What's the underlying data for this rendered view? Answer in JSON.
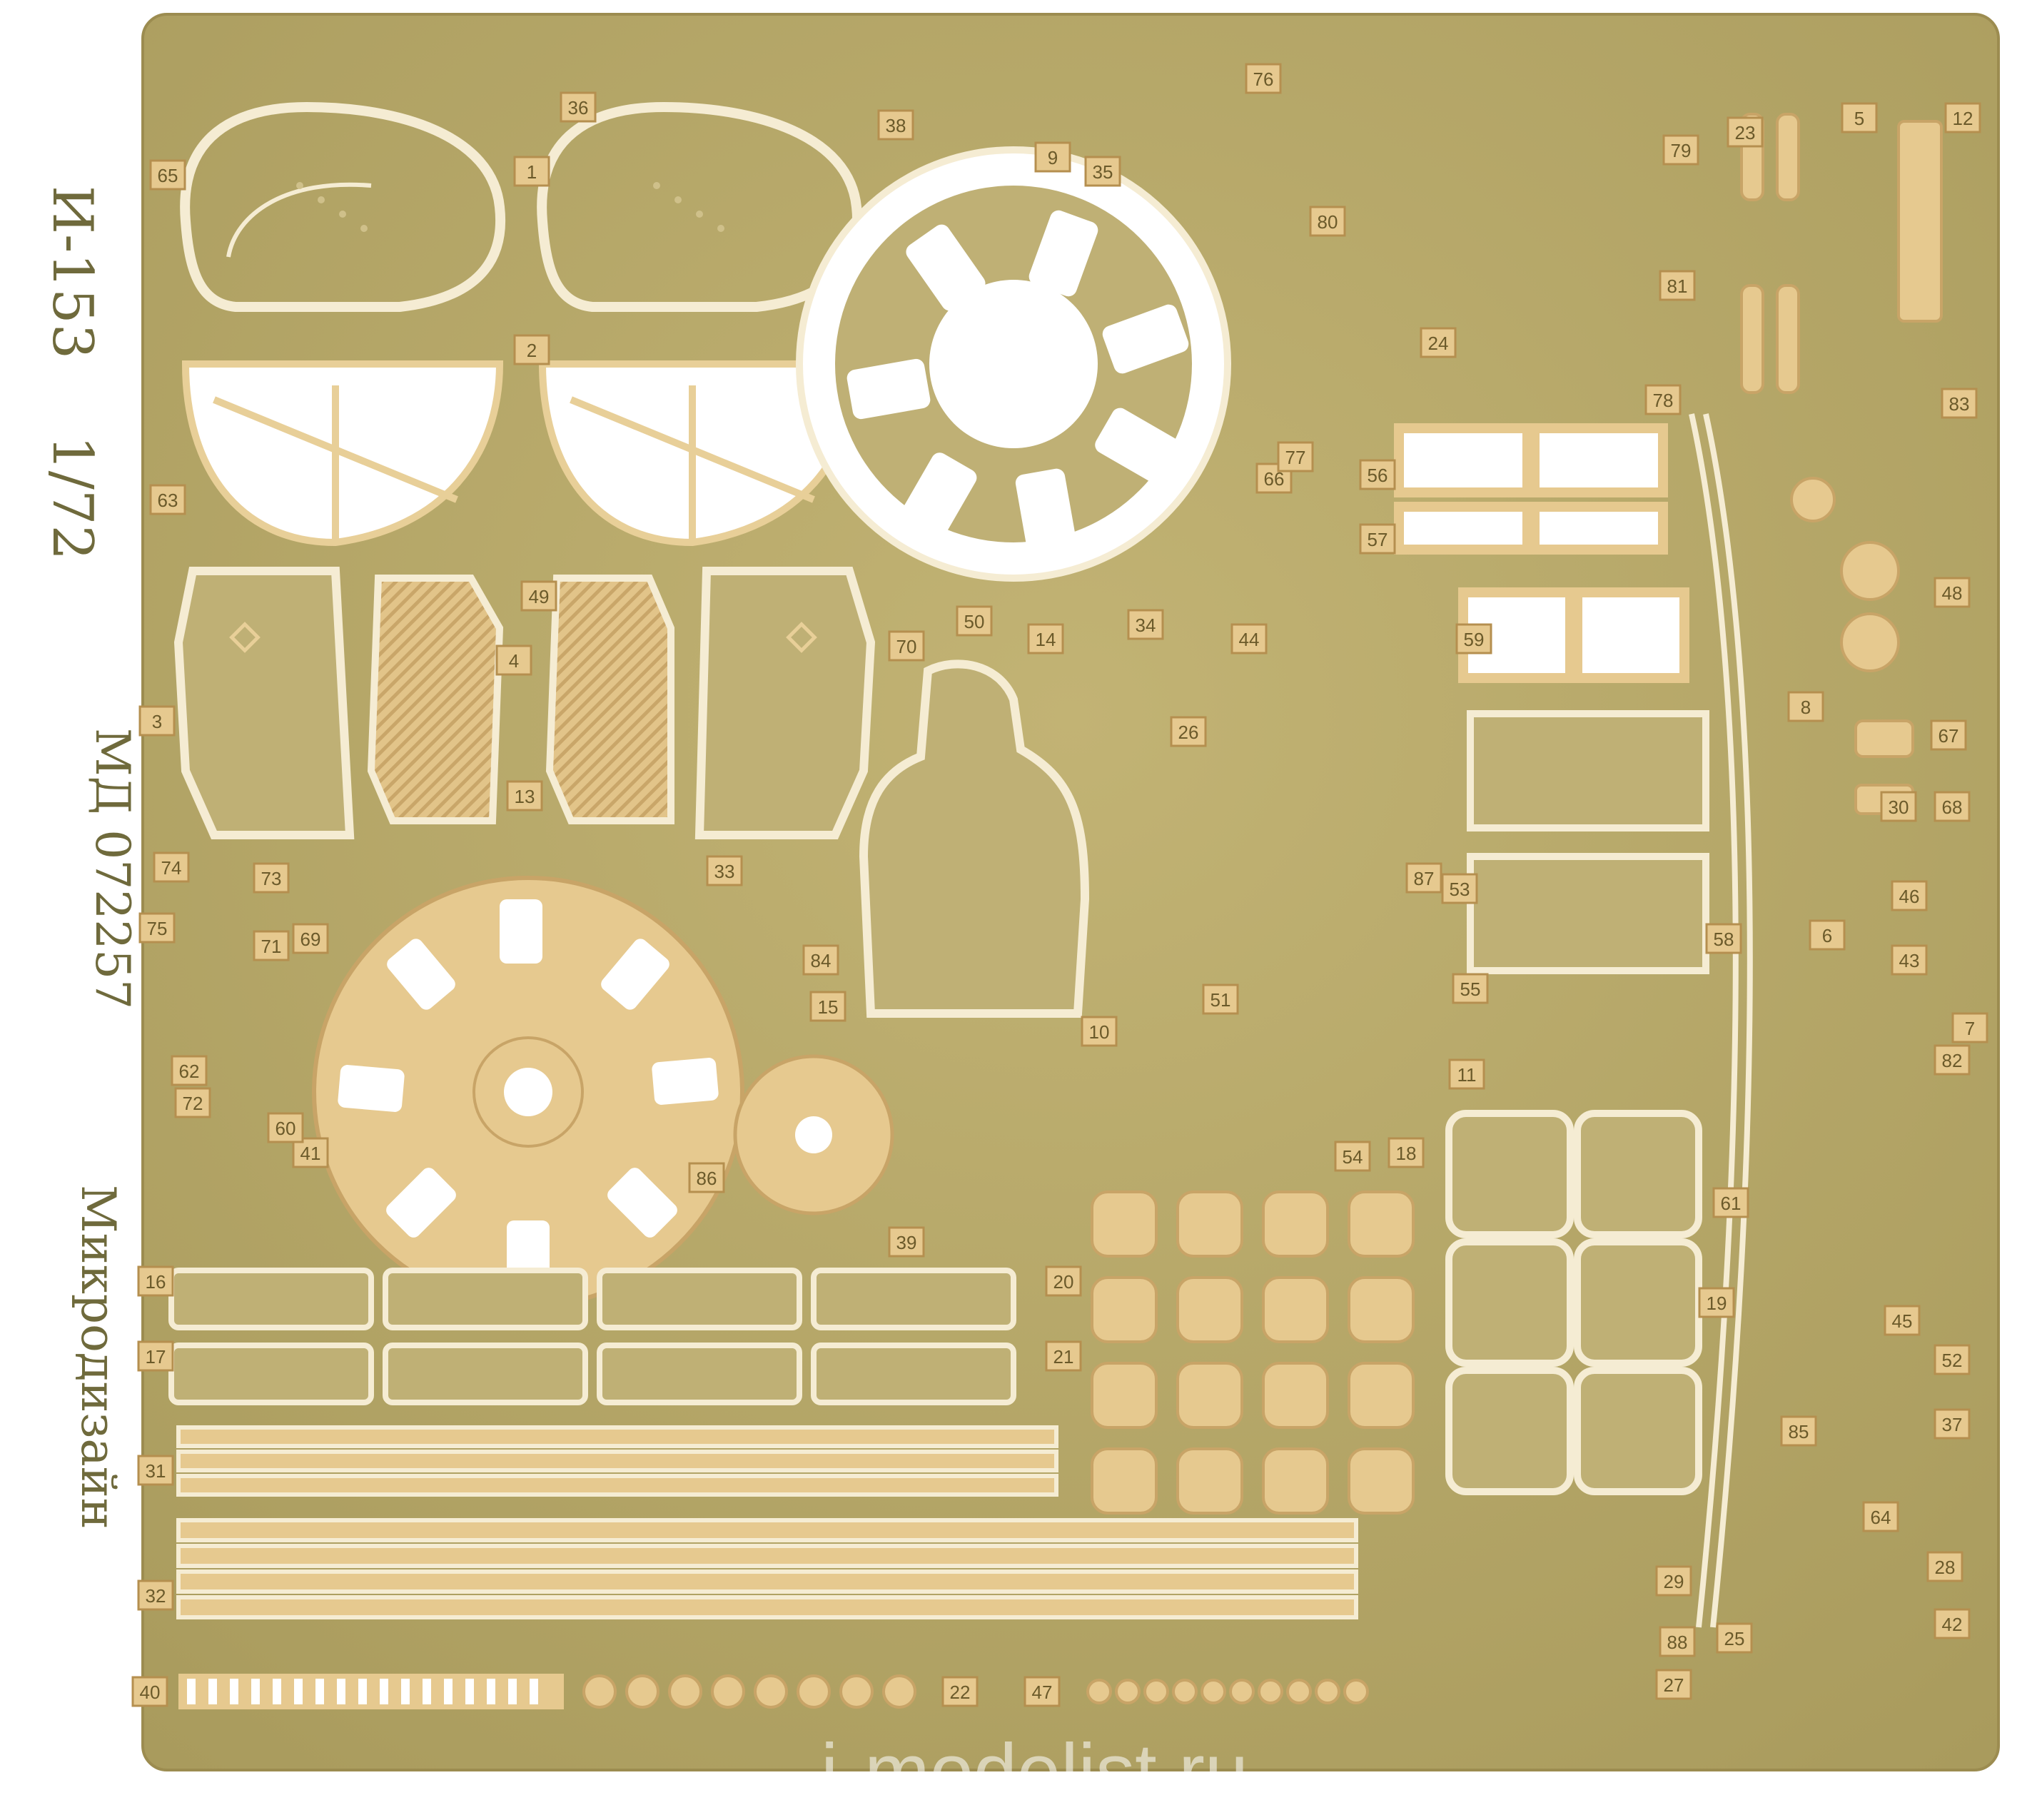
{
  "sheet": {
    "model_name": "И-153",
    "scale": "1/72",
    "catalog_number": "МД 072257",
    "brand_name": "Микродизайн",
    "watermark": "i-modelist.ru",
    "colors": {
      "brass": "#b9a96a",
      "brass_dark": "#a49456",
      "part_fill": "#e6c98f",
      "part_edge": "#c8a467",
      "background": "#ffffff"
    }
  },
  "part_numbers": [
    "1",
    "2",
    "3",
    "4",
    "5",
    "6",
    "7",
    "8",
    "9",
    "10",
    "11",
    "12",
    "13",
    "14",
    "15",
    "16",
    "17",
    "18",
    "19",
    "20",
    "21",
    "22",
    "23",
    "24",
    "25",
    "26",
    "27",
    "28",
    "29",
    "30",
    "31",
    "32",
    "33",
    "34",
    "35",
    "36",
    "37",
    "38",
    "39",
    "40",
    "41",
    "42",
    "43",
    "44",
    "45",
    "46",
    "47",
    "48",
    "49",
    "50",
    "51",
    "52",
    "53",
    "54",
    "55",
    "56",
    "57",
    "58",
    "59",
    "60",
    "61",
    "62",
    "63",
    "64",
    "65",
    "66",
    "67",
    "68",
    "69",
    "70",
    "71",
    "72",
    "73",
    "74",
    "75",
    "76",
    "77",
    "78",
    "79",
    "80",
    "81",
    "82",
    "83",
    "84",
    "85",
    "86",
    "87",
    "88"
  ]
}
